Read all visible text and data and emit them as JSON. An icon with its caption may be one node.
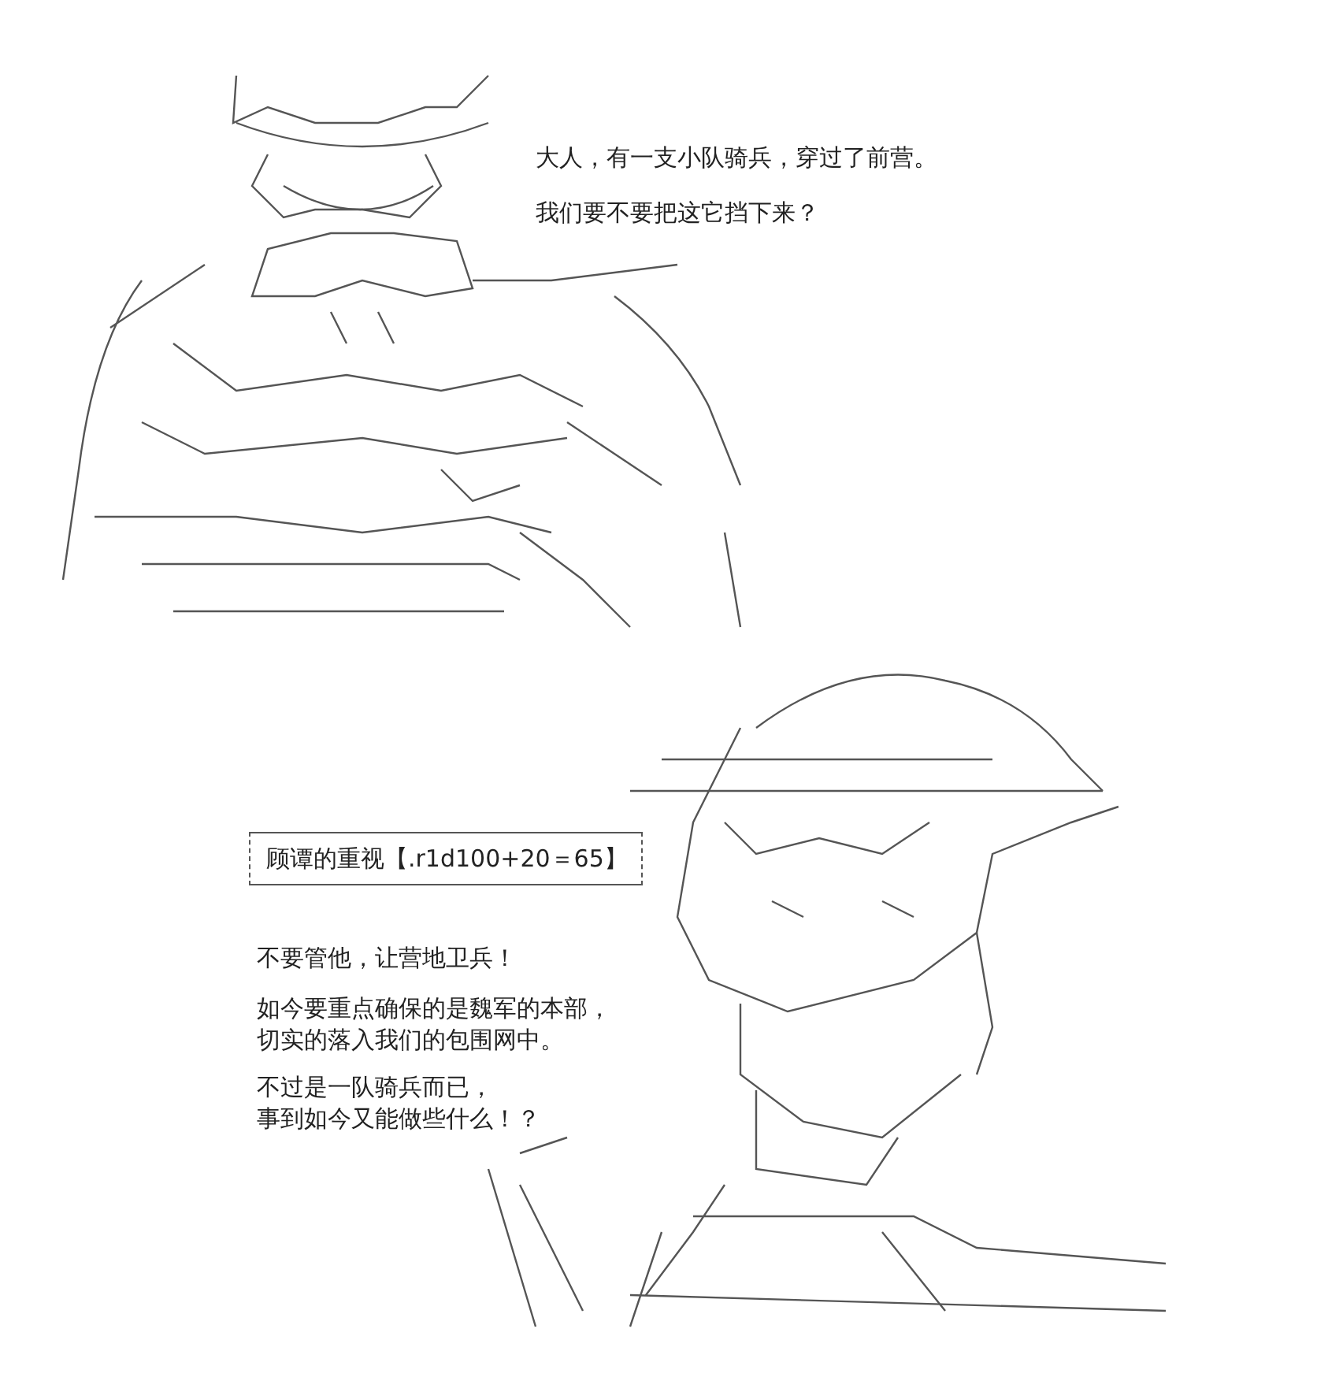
{
  "diagram": {
    "nodes": [
      {
        "text": [
          "顾谭的重视【.r1d100+20＝65】"
        ]
      }
    ],
    "labels": [
      "大人，有一支小队骑兵，穿过了前营。",
      "我们要不要把这它挡下来？",
      "不要管他，让营地卫兵！",
      "如今要重点确保的是魏军的本部，切实的落入我们的包围网中。",
      "不过是一队骑兵而已，事到如今又能做些什么！？"
    ]
  }
}
